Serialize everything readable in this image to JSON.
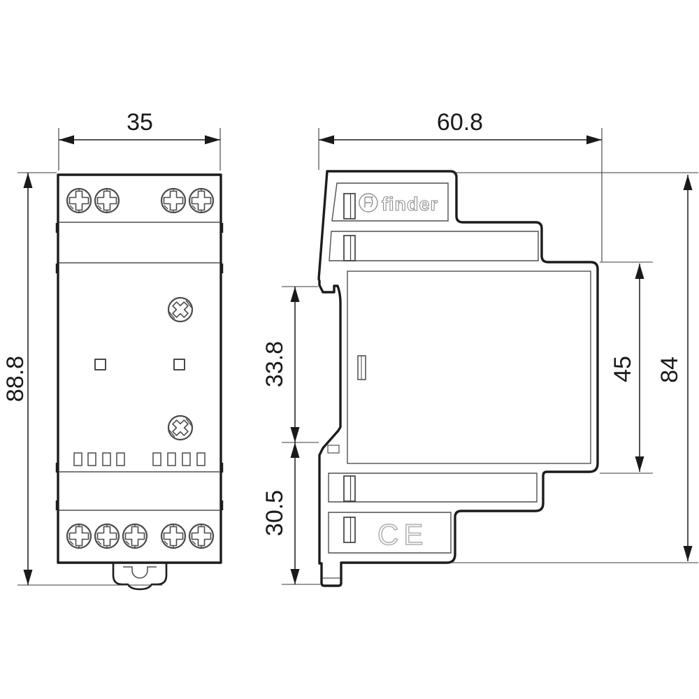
{
  "colors": {
    "background": "#ffffff",
    "outline": "#1c1c1c",
    "thin_line": "#4f4f4f",
    "dimension_line": "#1a1a1a",
    "emboss_gray": "#8f8f8f",
    "ce_mark_gray": "#b2b2b2"
  },
  "dimensions": {
    "front_width": "35",
    "front_height": "88.8",
    "side_depth": "60.8",
    "din_recess_upper": "33.8",
    "din_recess_lower": "30.5",
    "body_height": "45",
    "overall_height": "84"
  },
  "branding": {
    "logo_text": "finder",
    "ce_mark": "CE"
  }
}
